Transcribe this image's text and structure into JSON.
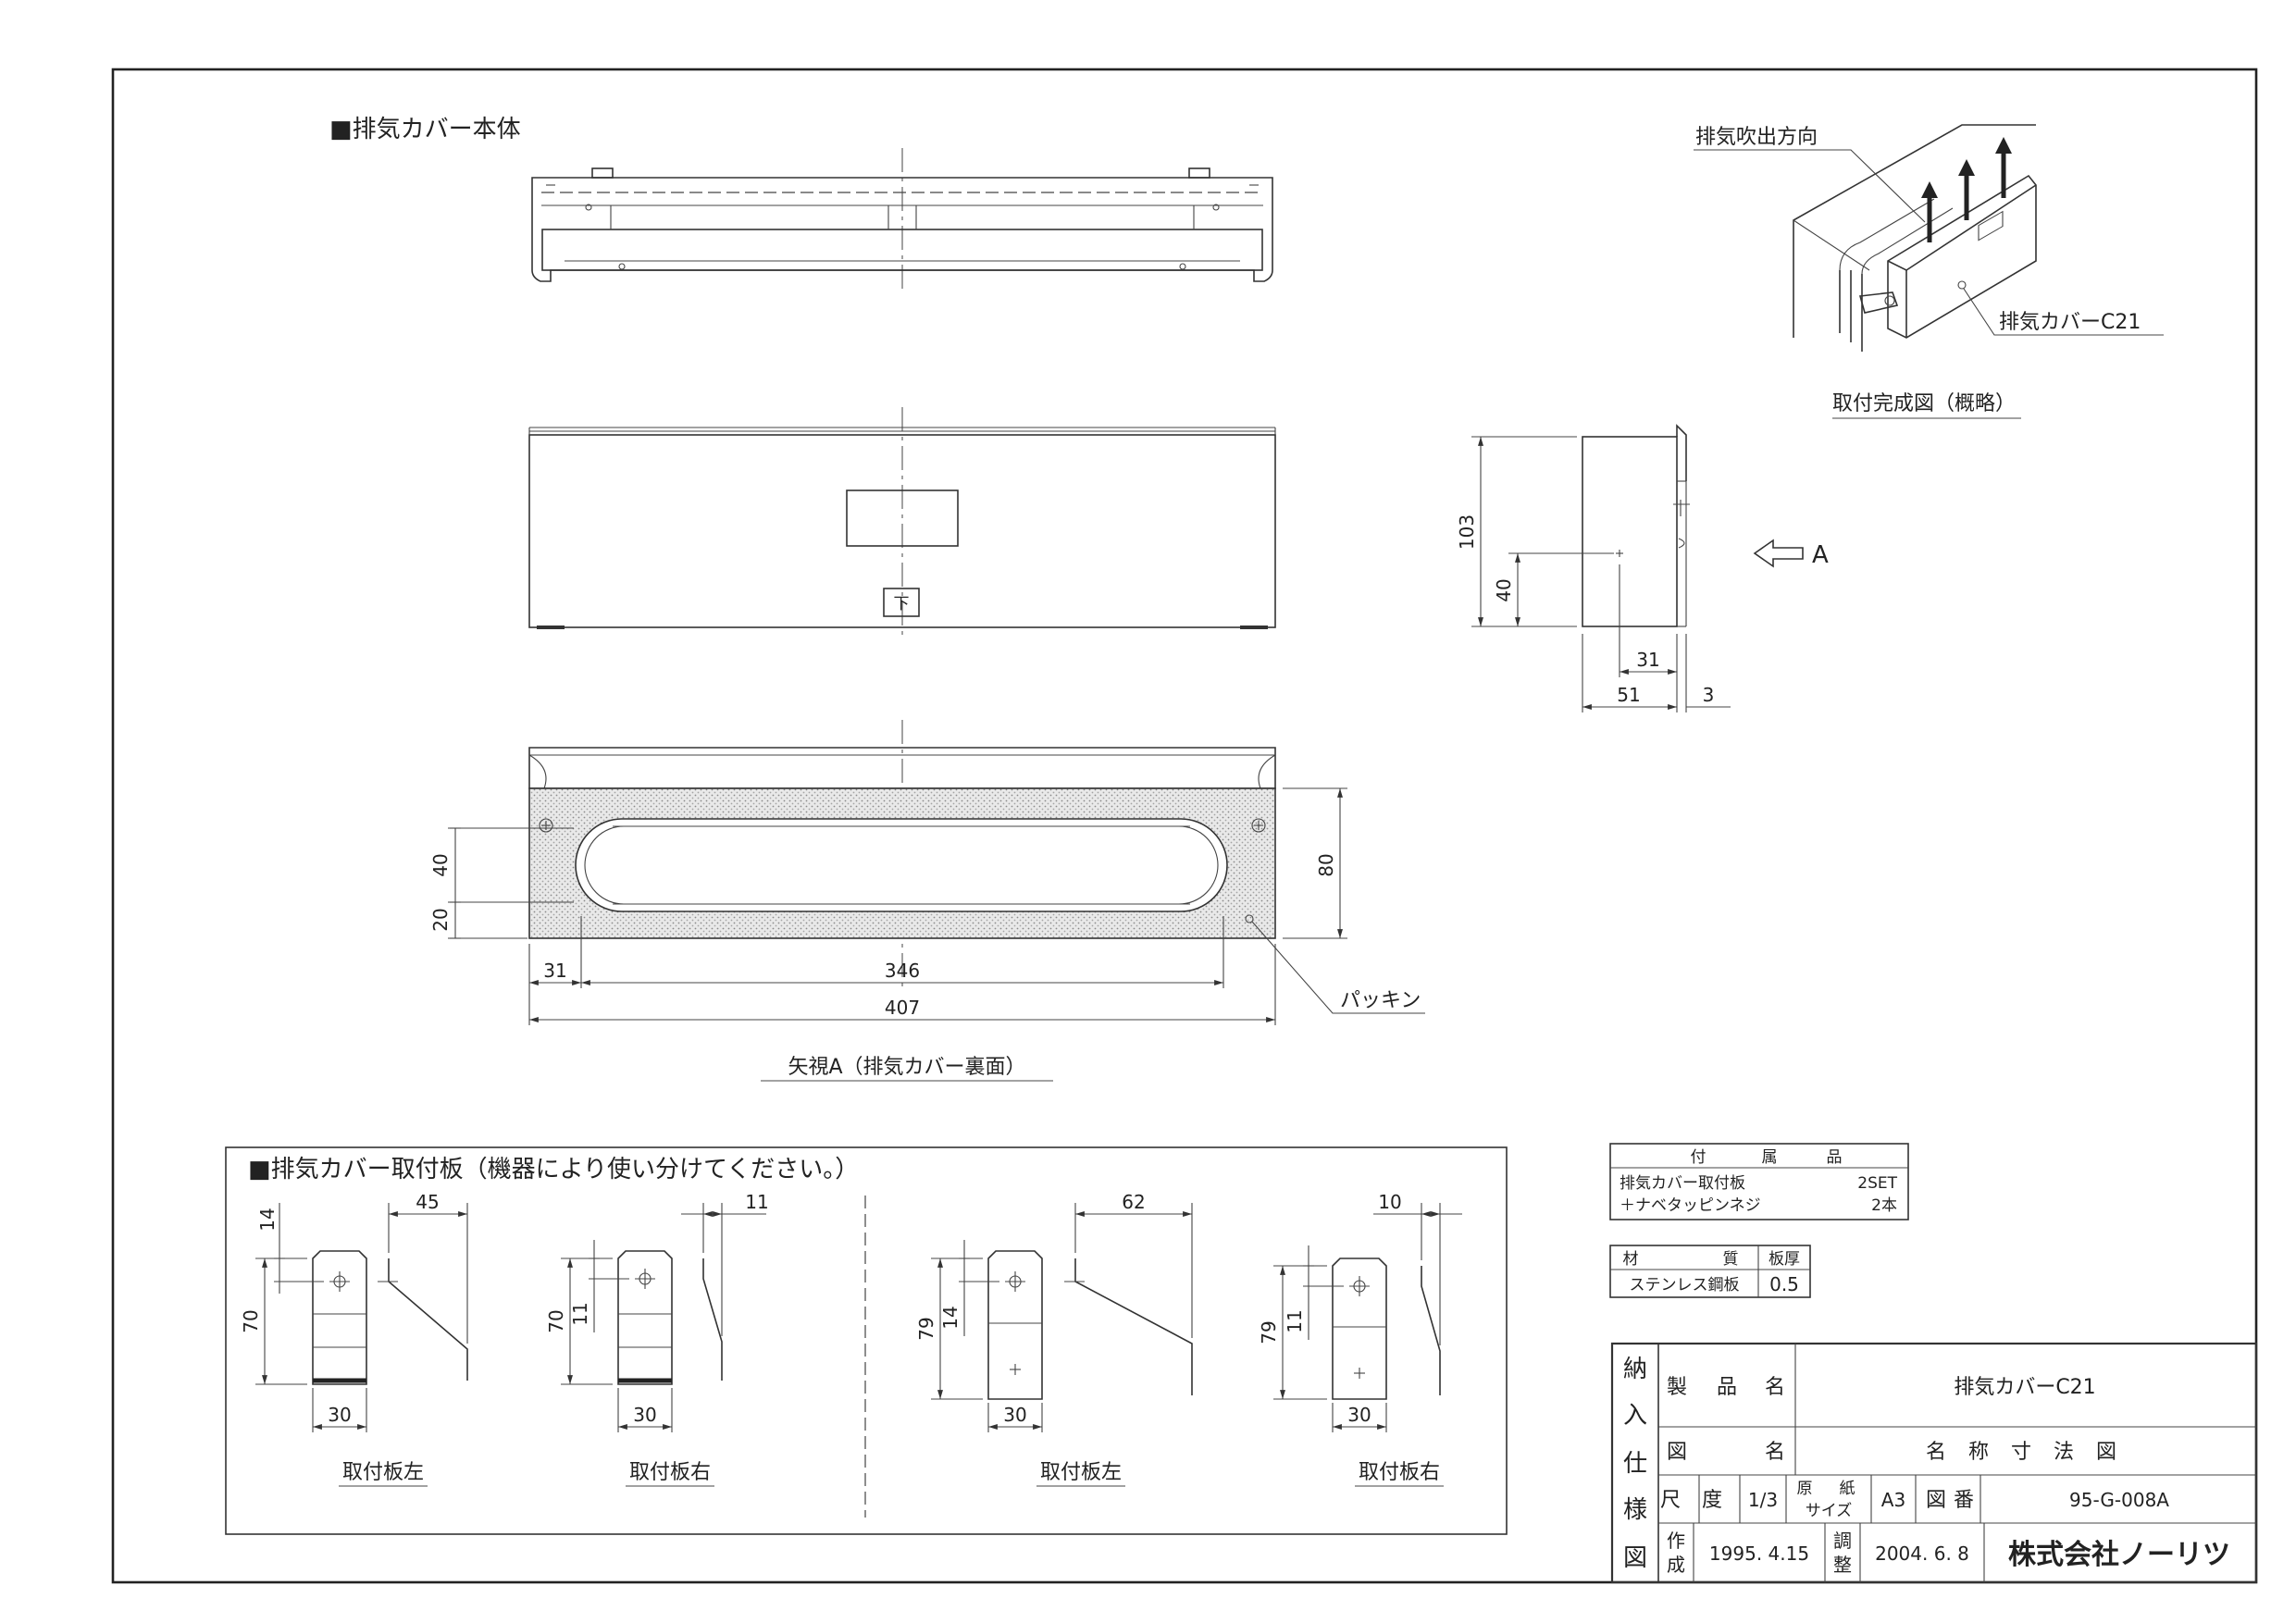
{
  "sections": {
    "main_body": "■排気カバー本体",
    "rear_view": "矢視A（排気カバー裏面）",
    "mounting_plate": "■排気カバー取付板（機器により使い分けてください。）",
    "completed": "取付完成図（概略）"
  },
  "callouts": {
    "exhaust_direction": "排気吹出方向",
    "cover_name": "排気カバーC21",
    "packing": "パッキン",
    "arrow_a": "A",
    "down_mark": "下"
  },
  "dims": {
    "rear": {
      "w407": "407",
      "w346": "346",
      "w31": "31",
      "h80": "80",
      "h40": "40",
      "h20": "20"
    },
    "side": {
      "h103": "103",
      "h40": "40",
      "w31": "31",
      "w51": "51",
      "w3": "3"
    }
  },
  "brackets": [
    {
      "label": "取付板左",
      "h": "70",
      "top": "14",
      "w": "30",
      "off": "45"
    },
    {
      "label": "取付板右",
      "h": "70",
      "top": "11",
      "w": "30",
      "off": "11"
    },
    {
      "label": "取付板左",
      "h": "79",
      "top": "14",
      "w": "30",
      "off": "62"
    },
    {
      "label": "取付板右",
      "h": "79",
      "top": "11",
      "w": "30",
      "off": "10"
    }
  ],
  "accessories": {
    "header": [
      "付",
      "属",
      "品"
    ],
    "rows": [
      {
        "name": "排気カバー取付板",
        "qty": "2SET"
      },
      {
        "name": "＋ナベタッピンネジ",
        "qty": "2本"
      }
    ]
  },
  "material": {
    "header_mat": [
      "材",
      "質"
    ],
    "header_thk": "板厚",
    "name": "ステンレス鋼板",
    "thickness": "0.5"
  },
  "title_block": {
    "side_label": [
      "納",
      "入",
      "仕",
      "様",
      "図"
    ],
    "product_label": [
      "製",
      "品",
      "名"
    ],
    "product_name": "排気カバーC21",
    "drawing_label": [
      "図",
      "名"
    ],
    "drawing_name": [
      "名",
      "称",
      "寸",
      "法",
      "図"
    ],
    "scale_label": [
      "尺",
      "度"
    ],
    "scale": "1/3",
    "paper_label": [
      "原",
      "紙",
      "サイズ"
    ],
    "paper": "A3",
    "number_label": [
      "図",
      "番"
    ],
    "number": "95-G-008A",
    "created_label": [
      "作",
      "成"
    ],
    "created": "1995. 4.15",
    "adjusted_label": [
      "調",
      "整"
    ],
    "adjusted": "2004. 6. 8",
    "company": "株式会社ノーリツ"
  }
}
